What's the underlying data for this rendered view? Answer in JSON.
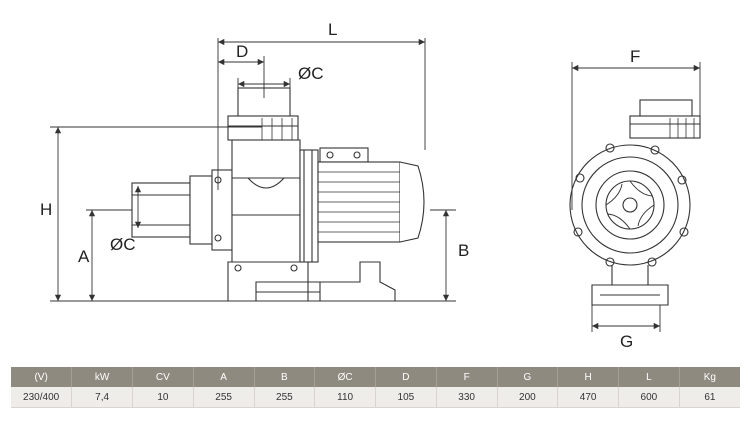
{
  "dimensions": {
    "L": "L",
    "D": "D",
    "C_top": "ØC",
    "C_side": "ØC",
    "H": "H",
    "A": "A",
    "B": "B",
    "F": "F",
    "G": "G"
  },
  "table": {
    "headers": [
      "(V)",
      "kW",
      "CV",
      "A",
      "B",
      "ØC",
      "D",
      "F",
      "G",
      "H",
      "L",
      "Kg"
    ],
    "rows": [
      [
        "230/400",
        "7,4",
        "10",
        "255",
        "255",
        "110",
        "105",
        "330",
        "200",
        "470",
        "600",
        "61"
      ]
    ]
  },
  "colors": {
    "line": "#333333",
    "header_bg": "#8f8a80",
    "row_bg": "#efedea"
  }
}
